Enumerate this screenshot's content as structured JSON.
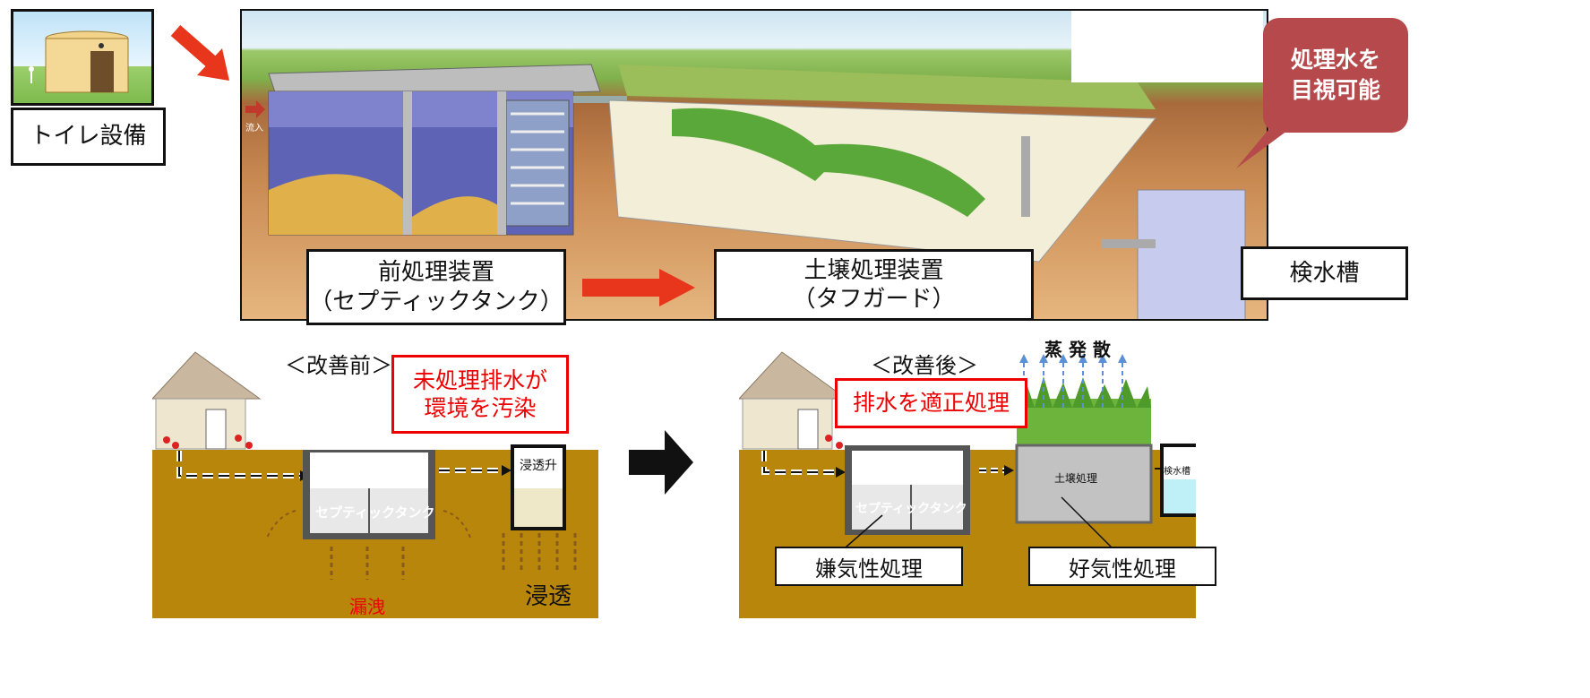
{
  "toilet": {
    "label": "トイレ設備"
  },
  "top_panel": {
    "callout": [
      "処理水を",
      "目視可能"
    ],
    "inflow_mark": "流入",
    "pretreatment": [
      "前処理装置",
      "（セプティックタンク）"
    ],
    "soil_treatment": [
      "土壌処理装置",
      "（タフガード）"
    ],
    "inspection": "検水槽"
  },
  "before": {
    "title": "＜改善前＞",
    "note": [
      "未処理排水が",
      "環境を汚染"
    ],
    "tank": "セプティックタンク",
    "pit": "浸透升",
    "leak": "漏洩",
    "seep": "浸透"
  },
  "after": {
    "title": "＜改善後＞",
    "note": "排水を適正処理",
    "evaporation": "蒸 発 散",
    "tank": "セプティックタンク",
    "soil": "土壌処理",
    "inspect": "検水槽",
    "anaerobic": "嫌気性処理",
    "aerobic": "好気性処理"
  },
  "colors": {
    "soil": "#b8860b",
    "accent_red": "#e8361c",
    "callout": "#b5494b",
    "grass": "#6db43c"
  }
}
